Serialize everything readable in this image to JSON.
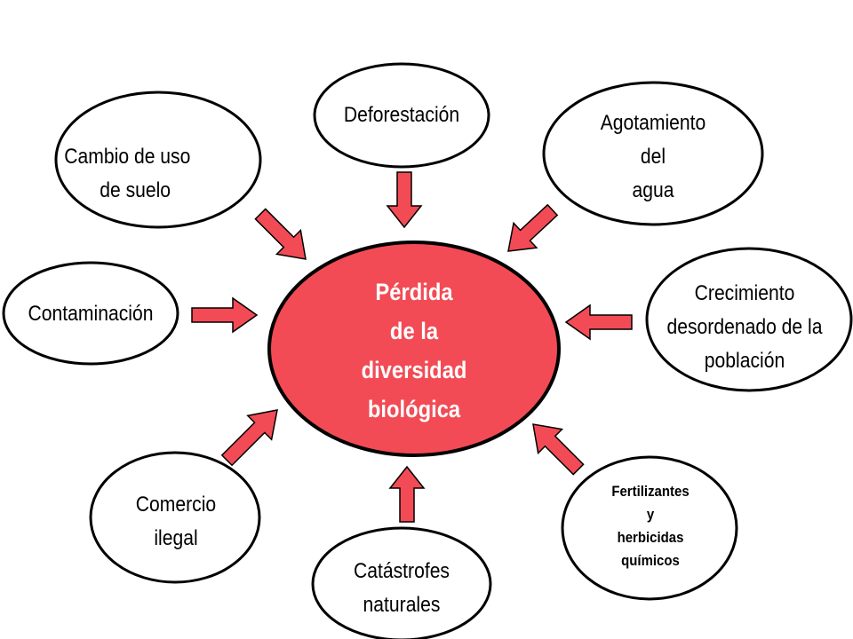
{
  "diagram": {
    "center": {
      "text": "Pérdida\nde la\ndiversidad\nbiológica",
      "fill": "#f24b55",
      "text_color": "#ffffff"
    },
    "arrow_color": "#f24b55",
    "nodes": {
      "deforestacion": "Deforestación",
      "agotamiento": "Agotamiento\ndel\nagua",
      "cambio_uso": "Cambio de uso\n   de suelo",
      "contaminacion": "Contaminación",
      "crecimiento": "Crecimiento\ndesordenado de la\npoblación",
      "comercio": "Comercio\nilegal",
      "catastrofes": "Catástrofes\nnaturales",
      "fertilizantes": "Fertilizantes\ny\nherbicidas\nquímicos"
    }
  }
}
